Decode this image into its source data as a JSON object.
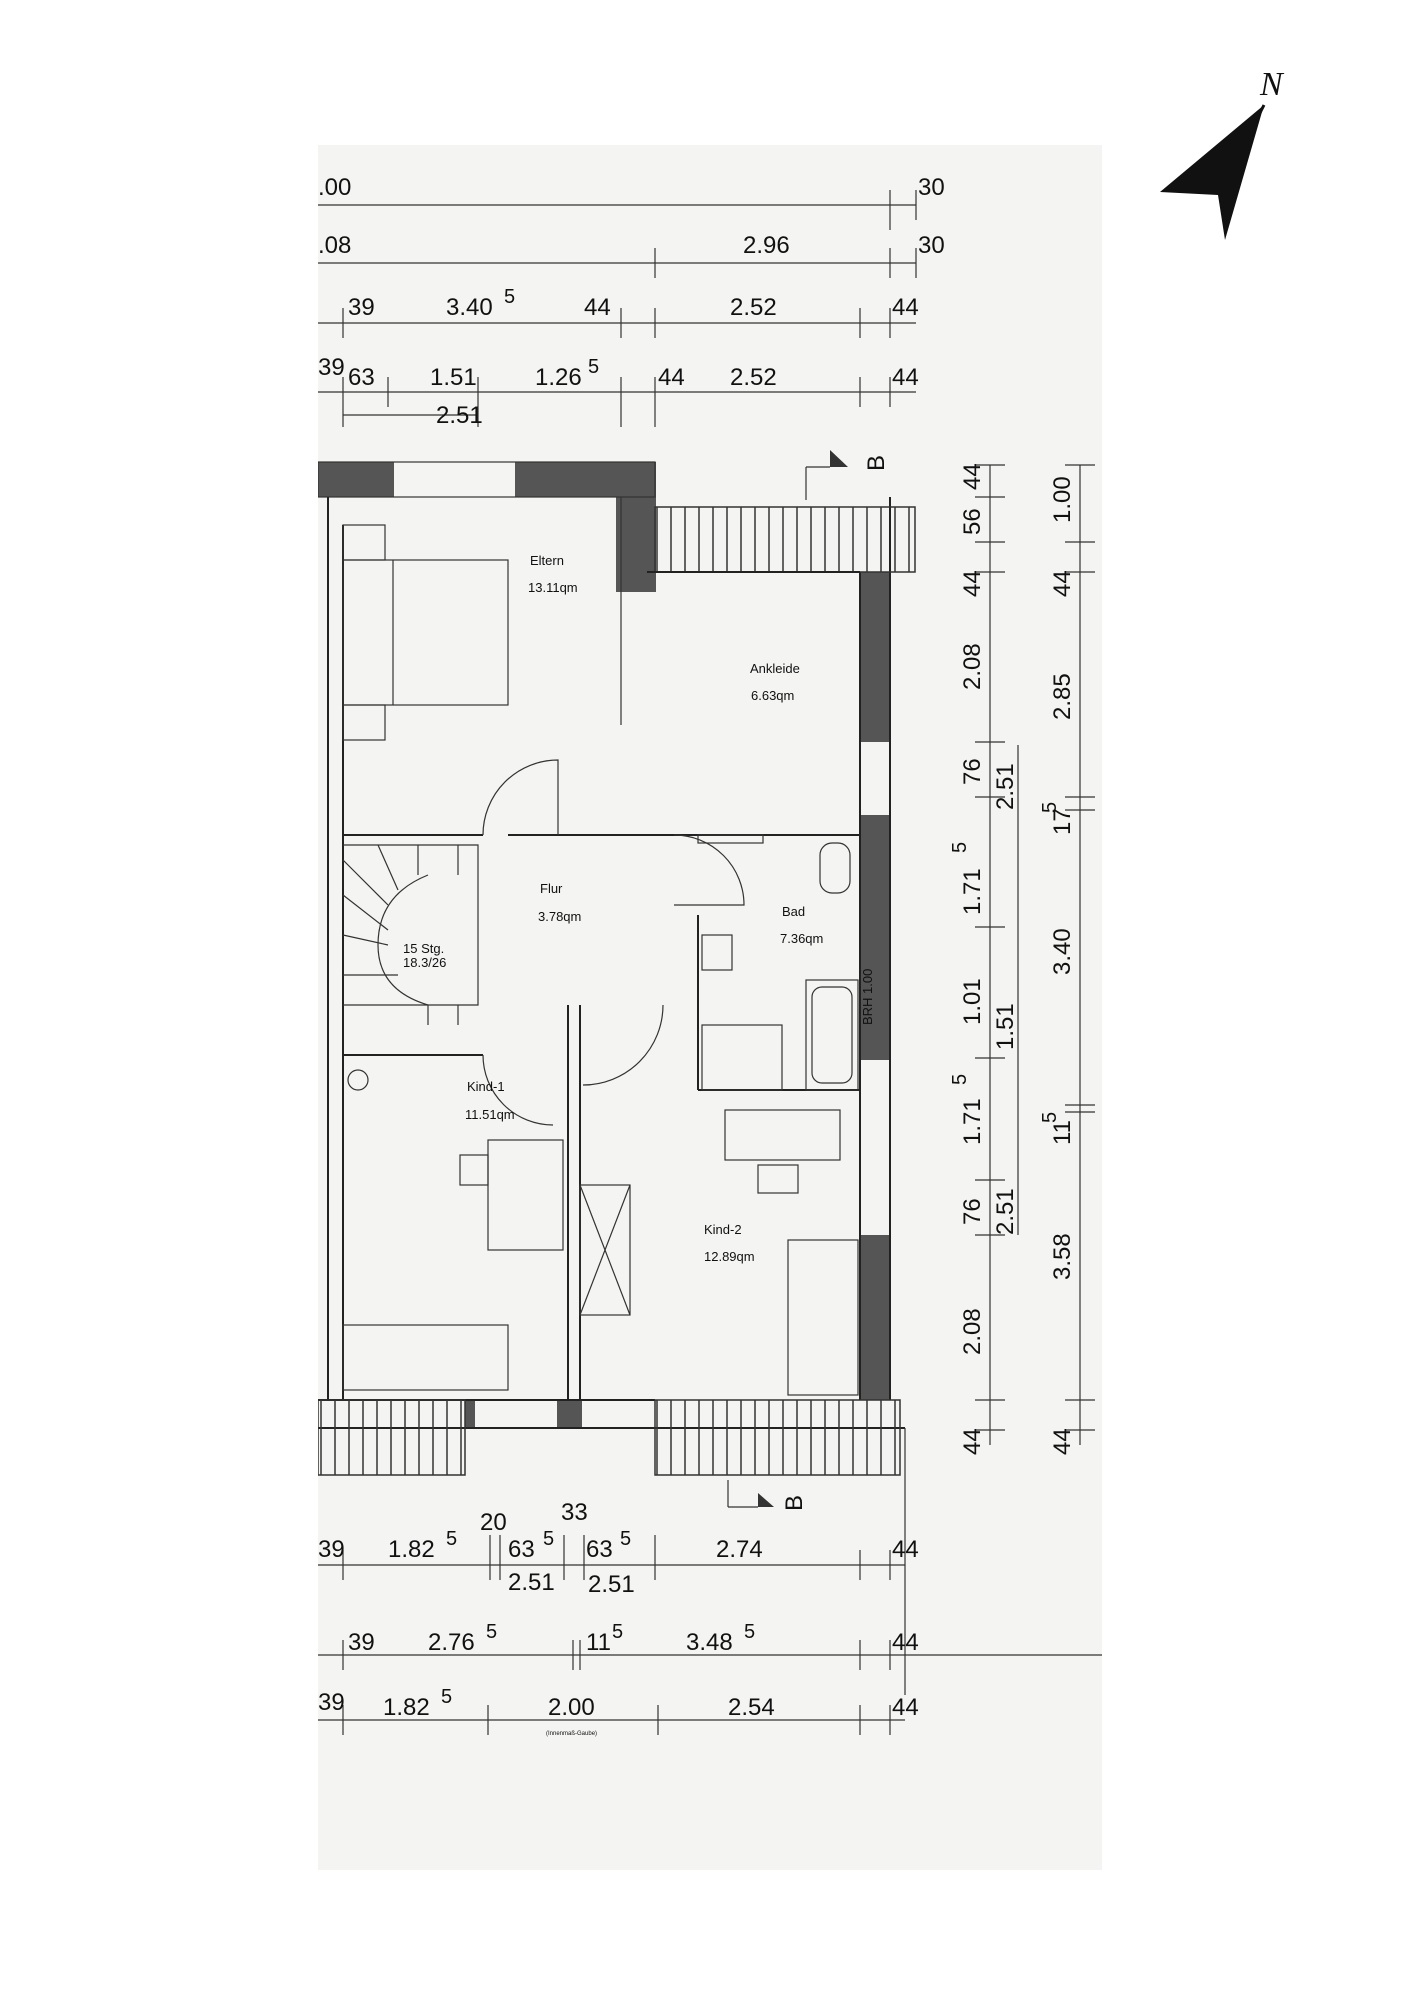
{
  "north_label": "N",
  "section_marker": "B",
  "rooms": [
    {
      "name": "Eltern",
      "area": "13.11qm"
    },
    {
      "name": "Ankleide",
      "area": "6.63qm"
    },
    {
      "name": "Flur",
      "area": "3.78qm"
    },
    {
      "name": "Bad",
      "area": "7.36qm"
    },
    {
      "name": "Kind-1",
      "area": "11.51qm"
    },
    {
      "name": "Kind-2",
      "area": "12.89qm"
    }
  ],
  "stairs": {
    "line1": "15 Stg.",
    "line2": "18.3/26"
  },
  "brh_label": "BRH 1.00",
  "dimensions_top": {
    "row1": {
      "left": ".00",
      "right": "30"
    },
    "row2": {
      "left": ".08",
      "mid": "2.96",
      "right": "30"
    },
    "row3": [
      "39",
      "3.40",
      "5",
      "44",
      "2.52",
      "44"
    ],
    "row4": [
      "39",
      "63",
      "1.51",
      "1.26",
      "5",
      "44",
      "2.52",
      "44"
    ],
    "row4_sub": "2.51"
  },
  "dimensions_bottom": {
    "row1": [
      "39",
      "1.82",
      "5",
      "20",
      "33",
      "63",
      "5",
      "63",
      "5",
      "2.74",
      "44"
    ],
    "row1_sub": [
      "2.51",
      "2.51"
    ],
    "row2": [
      "39",
      "2.76",
      "5",
      "11",
      "5",
      "3.48",
      "5",
      "44"
    ],
    "row3": [
      "39",
      "1.82",
      "5",
      "2.00",
      "2.54",
      "44"
    ],
    "row3_note": "(Innenmaß-Gaube)"
  },
  "dimensions_right_inner": [
    "44",
    "56",
    "44",
    "2.08",
    "76",
    "2.51",
    "1.71",
    "5",
    "1.01",
    "1.51",
    "1.71",
    "5",
    "76",
    "2.51",
    "2.08",
    "44"
  ],
  "dimensions_right_outer": [
    "1.00",
    "44",
    "2.85",
    "17",
    "5",
    "3.40",
    "11",
    "5",
    "3.58",
    "44"
  ]
}
